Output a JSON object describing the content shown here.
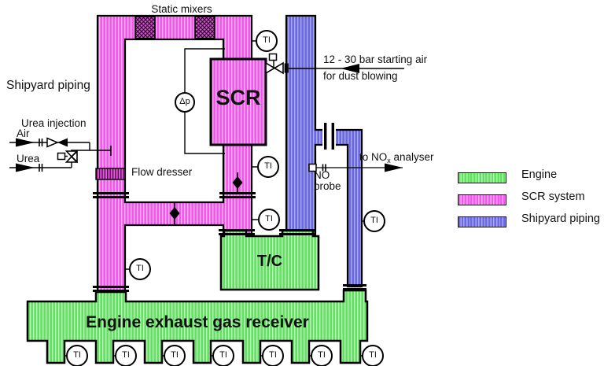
{
  "colors": {
    "engine_green": "#5fe35f",
    "scr_pink": "#f556ef",
    "shipyard_blue": "#6a68e4",
    "stripe_green": "#b2f7b2",
    "stripe_pink": "#ffadfa",
    "stripe_blue": "#a8a8f3",
    "line_black": "#111111"
  },
  "labels": {
    "static_mixers": "Static mixers",
    "shipyard_piping": "Shipyard piping",
    "urea_injection": "Urea injection",
    "air": "Air",
    "urea": "Urea",
    "flow_dresser": "Flow dresser",
    "starting_air_line1": "12 - 30 bar starting air",
    "starting_air_line2": "for dust blowing",
    "analyser_prefix": "to NO",
    "analyser_sub": "x",
    "analyser_suffix": " analyser",
    "no_probe_line1": "NO",
    "no_probe_line2": "probe"
  },
  "equipment": {
    "scr": "SCR",
    "turbocharger": "T/C",
    "receiver": "Engine exhaust gas receiver"
  },
  "instruments": {
    "temperature_indicator": "TI",
    "differential_pressure": "Δp"
  },
  "legend": {
    "items": [
      {
        "label": "Engine",
        "color": "#5fe35f"
      },
      {
        "label": "SCR system",
        "color": "#f556ef"
      },
      {
        "label": "Shipyard piping",
        "color": "#6a68e4"
      }
    ]
  }
}
